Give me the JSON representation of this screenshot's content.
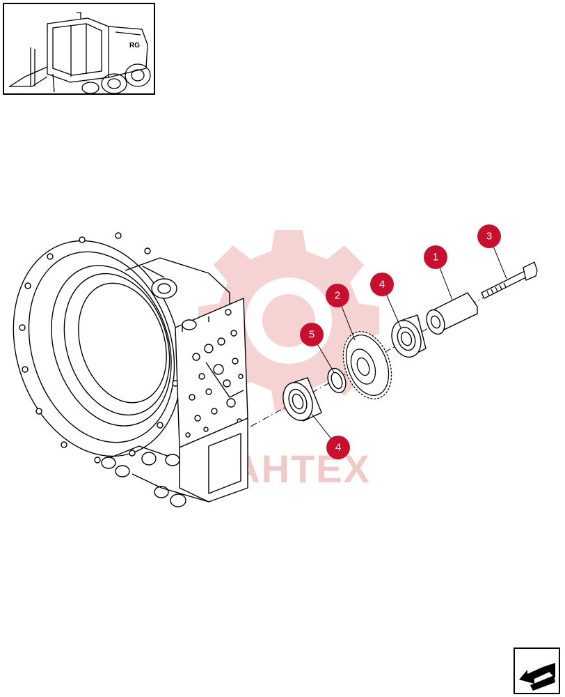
{
  "watermark": {
    "text": "VAHTEX",
    "color": "#f3c8c8"
  },
  "callout_color": "#c8102e",
  "callouts": [
    {
      "id": "callout-1",
      "label": "1"
    },
    {
      "id": "callout-2",
      "label": "2"
    },
    {
      "id": "callout-3",
      "label": "3"
    },
    {
      "id": "callout-4a",
      "label": "4"
    },
    {
      "id": "callout-5",
      "label": "5"
    },
    {
      "id": "callout-4b",
      "label": "4"
    }
  ],
  "thumbnail": {
    "badge": "RG"
  },
  "nav": {
    "icon": "arrow-back-icon"
  }
}
